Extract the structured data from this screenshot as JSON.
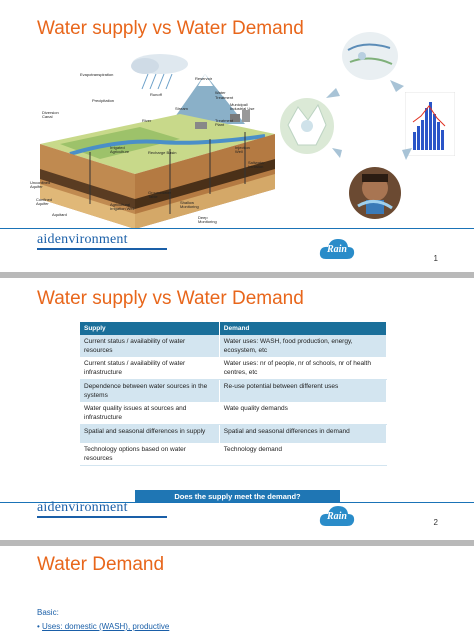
{
  "brand": {
    "name": "aidenvironment",
    "cloud_logo": "Rain"
  },
  "slide1": {
    "title": "Water supply vs Water Demand",
    "page_number": "1",
    "diagram_labels": [
      "Evapotranspiration",
      "Precipitation",
      "Runoff",
      "Reservoir",
      "Water Treatment Plant",
      "Municipal/Industrial Use",
      "Diversion Canal",
      "Stream",
      "Treatment Plant",
      "River",
      "Recharge Basin",
      "Irrigated Agriculture",
      "Injection Well",
      "Unconfined Aquifer",
      "Confined Aquifer",
      "Aquitard",
      "Agricultural Irrigation Well",
      "Groundwater Table",
      "Shallow Monitoring Well",
      "Deep Monitoring Well",
      "Saltwater Intrusion"
    ],
    "image_icons": [
      "hydrological-cycle-diagram-image",
      "water-cycle-circle-image",
      "rainfall-bar-chart-image",
      "child-drinking-water-image",
      "ice-splash-image"
    ]
  },
  "slide2": {
    "title": "Water supply vs Water Demand",
    "page_number": "2",
    "table": {
      "headers": [
        "Supply",
        "Demand"
      ],
      "rows": [
        [
          "Current status / availability of water resources",
          "Water uses: WASH, food production, energy, ecosystem, etc"
        ],
        [
          "Current status / availability of water infrastructure",
          "Water uses: nr of people, nr of schools, nr of health centres, etc"
        ],
        [
          "Dependence between water sources in the systems",
          "Re-use potential between different uses"
        ],
        [
          "Water quality issues at sources and infrastructure",
          "Wate quality demands"
        ],
        [
          "Spatial and seasonal differences in supply",
          "Spatial and seasonal differences in demand"
        ],
        [
          "Technology options based on water resources",
          "Technology demand"
        ]
      ]
    },
    "question": "Does the supply meet the demand?"
  },
  "slide3": {
    "title": "Water Demand",
    "basic_label": "Basic:",
    "bullet": "Uses: domestic (WASH), productive"
  },
  "colors": {
    "title": "#e8661b",
    "brand": "#1a5fa8",
    "table_header": "#1a6f9a",
    "table_stripe": "#d3e5f0"
  }
}
